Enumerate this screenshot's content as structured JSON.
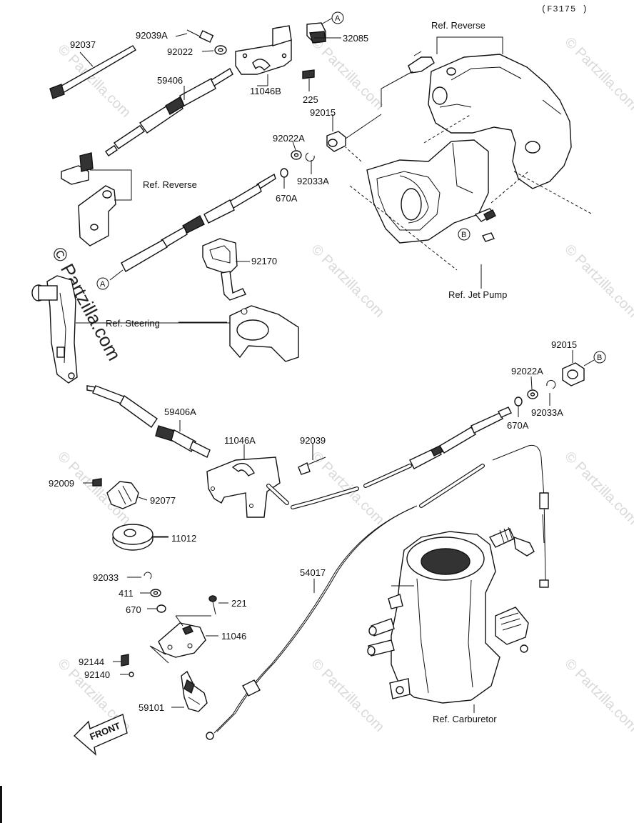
{
  "diagram_code": "(F3175 )",
  "watermark": {
    "text": "© Partzilla.com",
    "main": "© Partzilla.com"
  },
  "front_label": "FRONT",
  "callouts": [
    "A",
    "B"
  ],
  "parts": [
    {
      "id": "92037",
      "label": "92037"
    },
    {
      "id": "92039A",
      "label": "92039A"
    },
    {
      "id": "92022",
      "label": "92022"
    },
    {
      "id": "32085",
      "label": "32085"
    },
    {
      "id": "59406",
      "label": "59406"
    },
    {
      "id": "11046B",
      "label": "11046B"
    },
    {
      "id": "225",
      "label": "225"
    },
    {
      "id": "92015",
      "label": "92015"
    },
    {
      "id": "92022A",
      "label": "92022A"
    },
    {
      "id": "92033A",
      "label": "92033A"
    },
    {
      "id": "670A",
      "label": "670A"
    },
    {
      "id": "92170",
      "label": "92170"
    },
    {
      "id": "92015b",
      "label": "92015"
    },
    {
      "id": "92022Ab",
      "label": "92022A"
    },
    {
      "id": "92033Ab",
      "label": "92033A"
    },
    {
      "id": "670Ab",
      "label": "670A"
    },
    {
      "id": "59406A",
      "label": "59406A"
    },
    {
      "id": "11046A",
      "label": "11046A"
    },
    {
      "id": "92039",
      "label": "92039"
    },
    {
      "id": "92009",
      "label": "92009"
    },
    {
      "id": "92077",
      "label": "92077"
    },
    {
      "id": "11012",
      "label": "11012"
    },
    {
      "id": "54017",
      "label": "54017"
    },
    {
      "id": "92033",
      "label": "92033"
    },
    {
      "id": "411",
      "label": "411"
    },
    {
      "id": "670",
      "label": "670"
    },
    {
      "id": "221",
      "label": "221"
    },
    {
      "id": "11046",
      "label": "11046"
    },
    {
      "id": "92144",
      "label": "92144"
    },
    {
      "id": "92140",
      "label": "92140"
    },
    {
      "id": "59101",
      "label": "59101"
    }
  ],
  "references": [
    {
      "id": "ref-reverse-top",
      "label": "Ref. Reverse"
    },
    {
      "id": "ref-reverse-left",
      "label": "Ref. Reverse"
    },
    {
      "id": "ref-jet-pump",
      "label": "Ref. Jet Pump"
    },
    {
      "id": "ref-steering",
      "label": "Ref. Steering"
    },
    {
      "id": "ref-carburetor",
      "label": "Ref. Carburetor"
    }
  ]
}
